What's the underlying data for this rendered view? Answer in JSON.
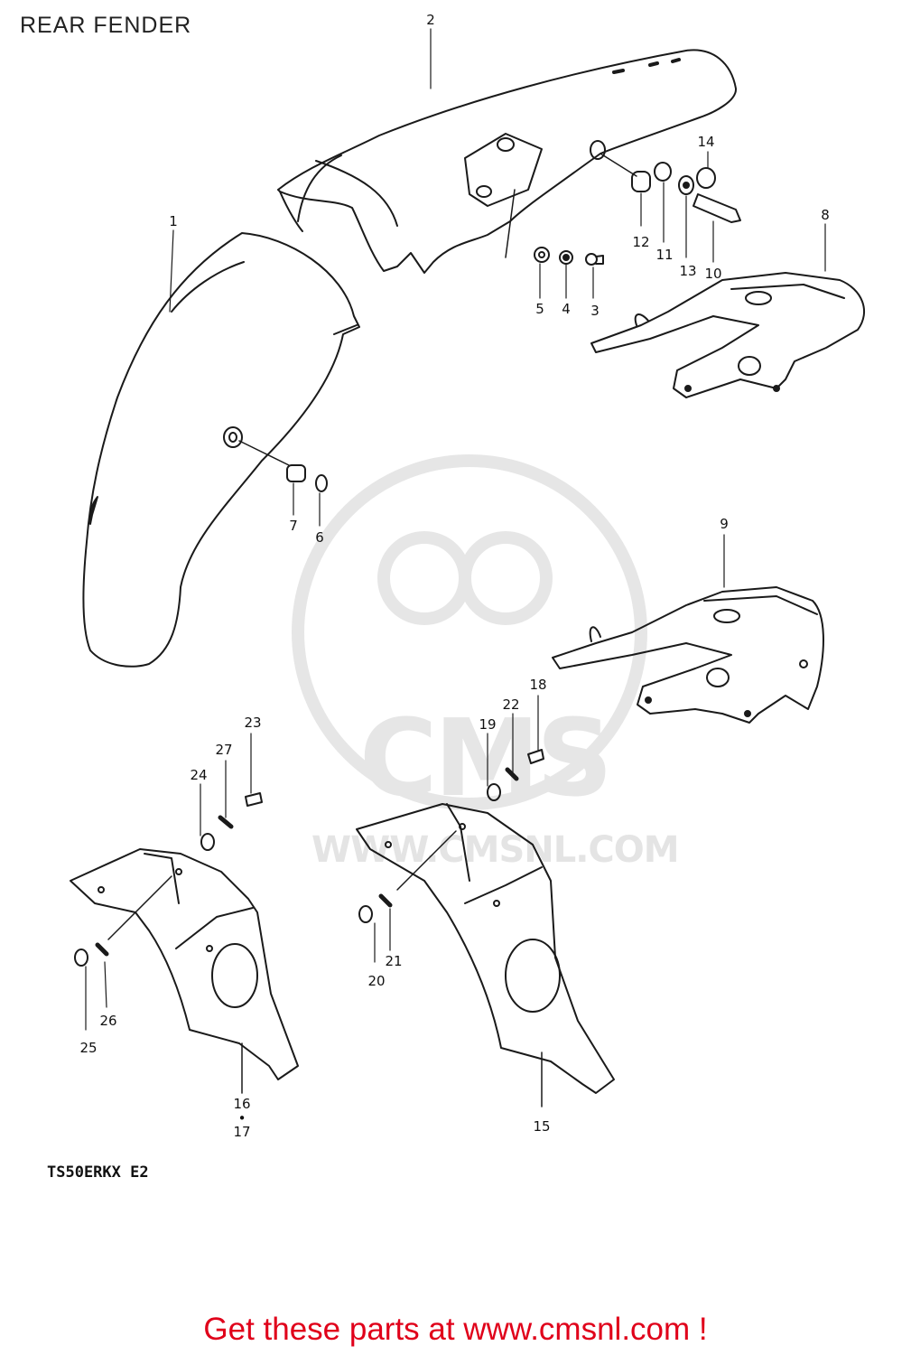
{
  "title": "REAR FENDER",
  "model_code": "TS50ERKX E2",
  "watermark": {
    "logo": "CMS",
    "url": "WWW.CMSNL.COM"
  },
  "footer": {
    "text": "Get these parts at www.cmsnl.com !"
  },
  "colors": {
    "footer": "#e0001a",
    "line": "#1a1a1a",
    "watermark": "#e4e4e4"
  },
  "callouts": [
    "1",
    "2",
    "3",
    "4",
    "5",
    "6",
    "7",
    "8",
    "9",
    "10",
    "11",
    "12",
    "13",
    "14",
    "15",
    "16",
    "17",
    "18",
    "19",
    "20",
    "21",
    "22",
    "23",
    "24",
    "25",
    "26",
    "27"
  ],
  "callout_17_prefix": "•"
}
